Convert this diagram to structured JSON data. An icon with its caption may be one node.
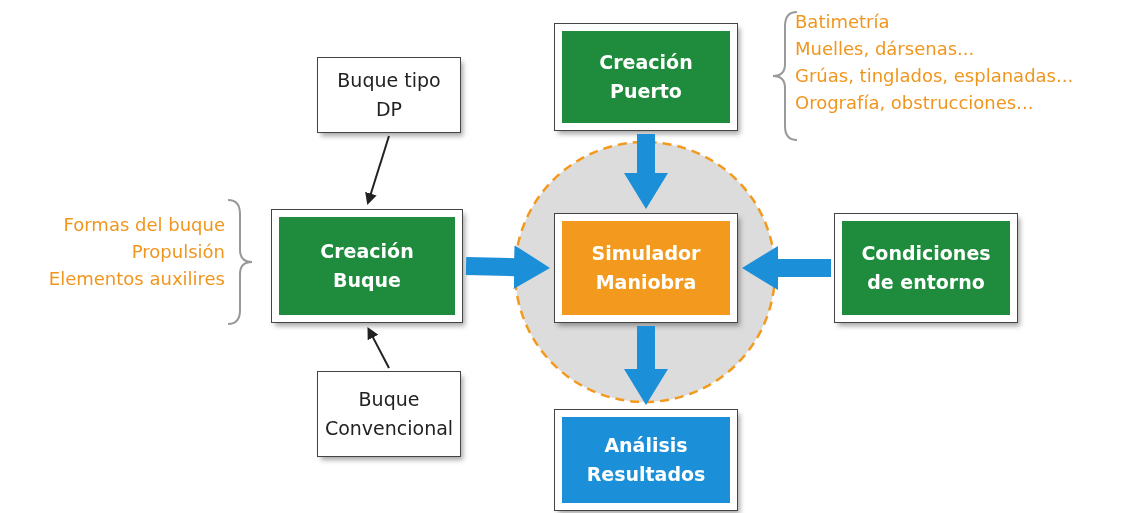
{
  "diagram": {
    "nodes": [
      {
        "text": [
          "Buque tipo DP"
        ]
      },
      {
        "text": [
          "Creación Buque"
        ],
        "beside": [
          "Formas del buque",
          "Propulsión",
          "Elementos auxilires"
        ]
      },
      {
        "text": [
          "Buque Convencional"
        ]
      },
      {
        "text": [
          "Creación Puerto"
        ],
        "beside": [
          "Batimetría",
          "Muelles, dársenas...",
          "Grúas, tinglados, esplanadas...",
          "Orografía, obstrucciones..."
        ]
      },
      {
        "text": [],
        "shape": "circle"
      },
      {
        "text": [
          "Simulador Maniobra"
        ],
        "in": 4
      },
      {
        "text": [
          "Condiciones de entorno"
        ]
      },
      {
        "text": [
          "Análisis Resultados"
        ]
      }
    ],
    "edges": [
      {
        "from": 0,
        "to": 1,
        "arrow": "to",
        "color": "#222222"
      },
      {
        "from": 2,
        "to": 1,
        "arrow": "to",
        "color": "#222222"
      },
      {
        "from": 3,
        "to": 5,
        "arrow": "to"
      },
      {
        "from": 1,
        "to": 5,
        "arrow": "to"
      },
      {
        "from": 6,
        "to": 5,
        "arrow": "to"
      },
      {
        "from": 5,
        "to": 7,
        "arrow": "to"
      }
    ]
  }
}
